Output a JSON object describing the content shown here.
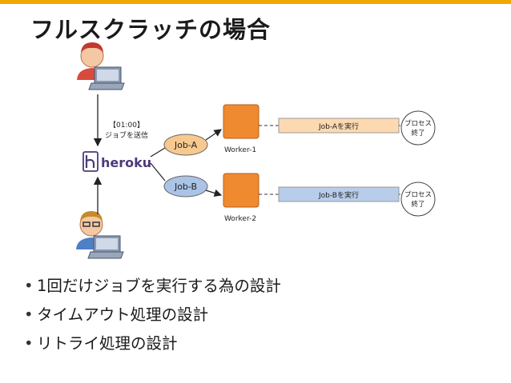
{
  "slide": {
    "title": "フルスクラッチの場合",
    "accent_color": "#f0a800",
    "bullets": [
      "1回だけジョブを実行する為の設計",
      "タイムアウト処理の設計",
      "リトライ処理の設計"
    ]
  },
  "diagram": {
    "send_label_line1": "【01:00】",
    "send_label_line2": "ジョブを送信",
    "heroku_logo_text": "heroku",
    "job_a": "Job-A",
    "job_b": "Job-B",
    "worker_1": "Worker-1",
    "worker_2": "Worker-2",
    "task_a": "Job-Aを実行",
    "task_b": "Job-Bを実行",
    "end_line1": "プロセス",
    "end_line2": "終了",
    "colors": {
      "job_a_fill": "#f8c98f",
      "job_b_fill": "#aac3e6",
      "worker_fill": "#f08a30",
      "task_a_fill": "#fcd9b0",
      "task_b_fill": "#b7cdea",
      "heroku_purple": "#4c3a7a"
    }
  }
}
